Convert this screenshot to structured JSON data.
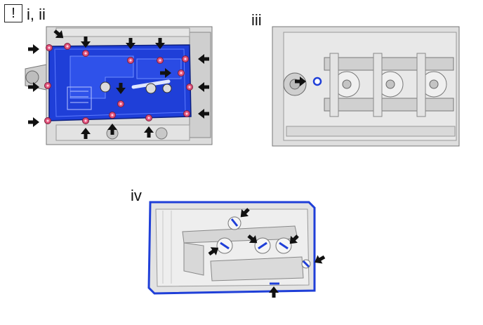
{
  "caution_icon": "!",
  "labels": {
    "panel1": "i, ii",
    "panel2": "iii",
    "panel3": "iv"
  },
  "colors": {
    "highlight_blue": "#1f3fd8",
    "bolt_pink": "#e0507a",
    "arrow": "#111111",
    "engine_gray": "#d7d7d7",
    "line_gray": "#6c6c6c"
  },
  "icons": {
    "caution": "exclamation-box-icon",
    "pointer": "black-arrow-icon"
  }
}
